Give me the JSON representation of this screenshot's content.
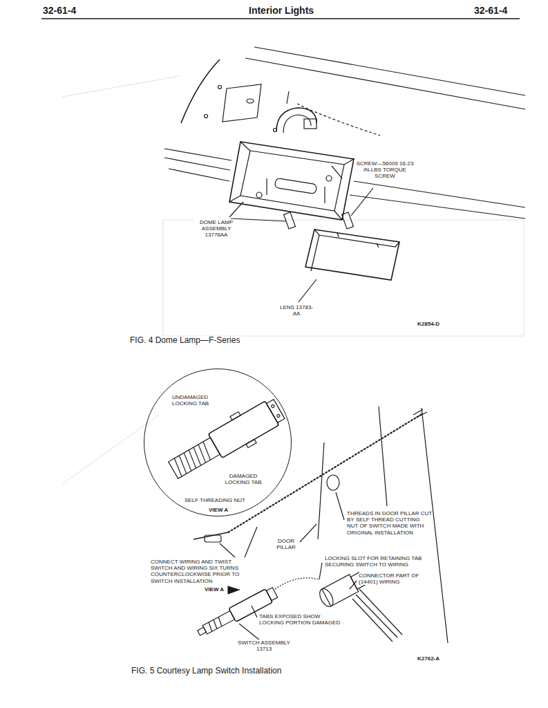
{
  "diagram": {
    "title": "Interior Lights",
    "nodes": [
      {
        "text": [
          "UNDAMAGED LOCKING TAB",
          "DAMAGED LOCKING TAB",
          "SELF THREADING NUT",
          "VIEW A"
        ]
      }
    ],
    "labels": [
      "32-61-4",
      "32-61-4",
      "SCREW—56009 16-23 IN-LBS TORQUE SCREW",
      "DOME LAMP ASSEMBLY 13778AA",
      "LENS 13783-AA",
      "K2854-D",
      "FIG. 4 Dome Lamp—F-Series",
      "THREADS IN DOOR PILLAR CUT BY SELF THREAD CUTTING NUT OF SWITCH MADE WITH ORIGINAL INSTALLATION",
      "DOOR PILLAR",
      "CONNECT WIRING AND TWIST SWITCH AND WIRING SIX TURNS COUNTERCLOCKWISE PRIOR TO SWITCH INSTALLATION",
      "VIEW A",
      "LOCKING SLOT FOR RETAINING TAB SECURING SWITCH TO WIRING",
      "CONNECTOR PART OF (14401) WIRING",
      "TABS EXPOSED SHOW LOCKING PORTION DAMAGED",
      "SWITCH ASSEMBLY 13713",
      "K2762-A",
      "FIG. 5 Courtesy Lamp Switch Installation"
    ]
  }
}
